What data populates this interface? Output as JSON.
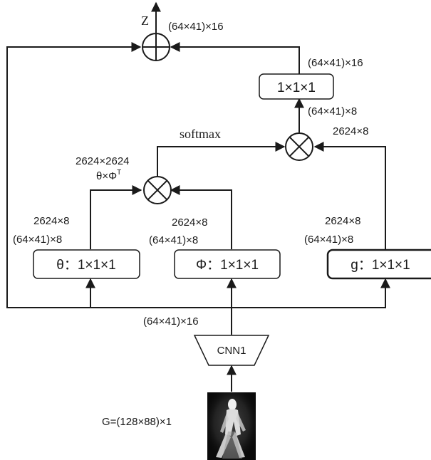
{
  "labels": {
    "z": "Z",
    "z_dim": "(64×41)×16",
    "top_conv_dim": "(64×41)×16",
    "top_conv": "1×1×1",
    "right_mult_dim1": "(64×41)×8",
    "right_mult_dim2": "2624×8",
    "softmax": "softmax",
    "attn_dim": "2624×2624",
    "attn_formula": "θ×Φ",
    "attn_formula_sup": "T",
    "theta_dim1": "2624×8",
    "theta_dim2": "(64×41)×8",
    "phi_dim1": "2624×8",
    "phi_dim2": "(64×41)×8",
    "g_dim1": "2624×8",
    "g_dim2": "(64×41)×8",
    "theta_box": "θ：1×1×1",
    "phi_box": "Φ：1×1×1",
    "g_box": "g：1×1×1",
    "cnn_out_dim": "(64×41)×16",
    "cnn": "CNN1",
    "input": "G=(128×88)×1"
  },
  "colors": {
    "line": "#1a1a1a",
    "background": "#ffffff",
    "image_bg": "#0a0a0a",
    "silhouette": "#e8e8e8"
  }
}
